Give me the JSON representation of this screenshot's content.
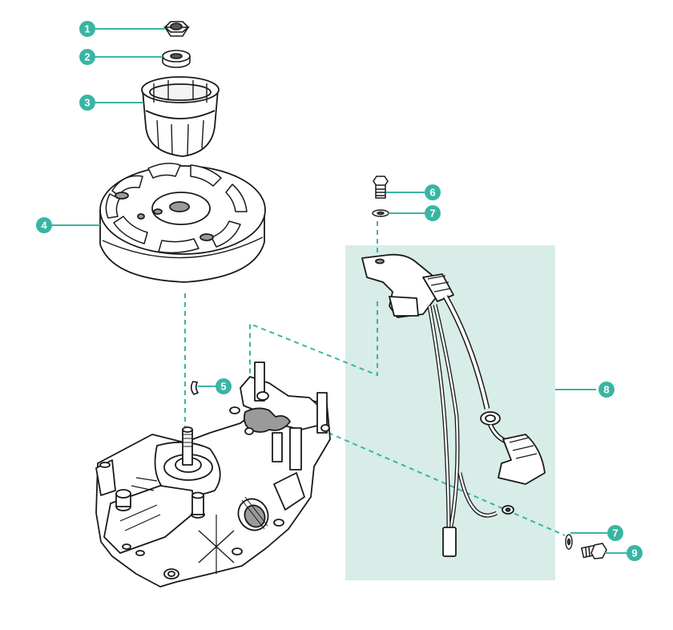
{
  "colors": {
    "accent": "#39b5a4",
    "panel": "#d8ece8",
    "ink": "#1a1a1a",
    "shade": "#9a9a9a"
  },
  "callouts": [
    {
      "id": "callout-1",
      "label": "1",
      "part": "nut"
    },
    {
      "id": "callout-2",
      "label": "2",
      "part": "washer"
    },
    {
      "id": "callout-3",
      "label": "3",
      "part": "starter-cup"
    },
    {
      "id": "callout-4",
      "label": "4",
      "part": "flywheel"
    },
    {
      "id": "callout-5",
      "label": "5",
      "part": "flywheel-key"
    },
    {
      "id": "callout-6",
      "label": "6",
      "part": "bolt"
    },
    {
      "id": "callout-7a",
      "label": "7",
      "part": "washer"
    },
    {
      "id": "callout-8",
      "label": "8",
      "part": "ignition-module"
    },
    {
      "id": "callout-7b",
      "label": "7",
      "part": "washer"
    },
    {
      "id": "callout-9",
      "label": "9",
      "part": "bolt"
    }
  ]
}
